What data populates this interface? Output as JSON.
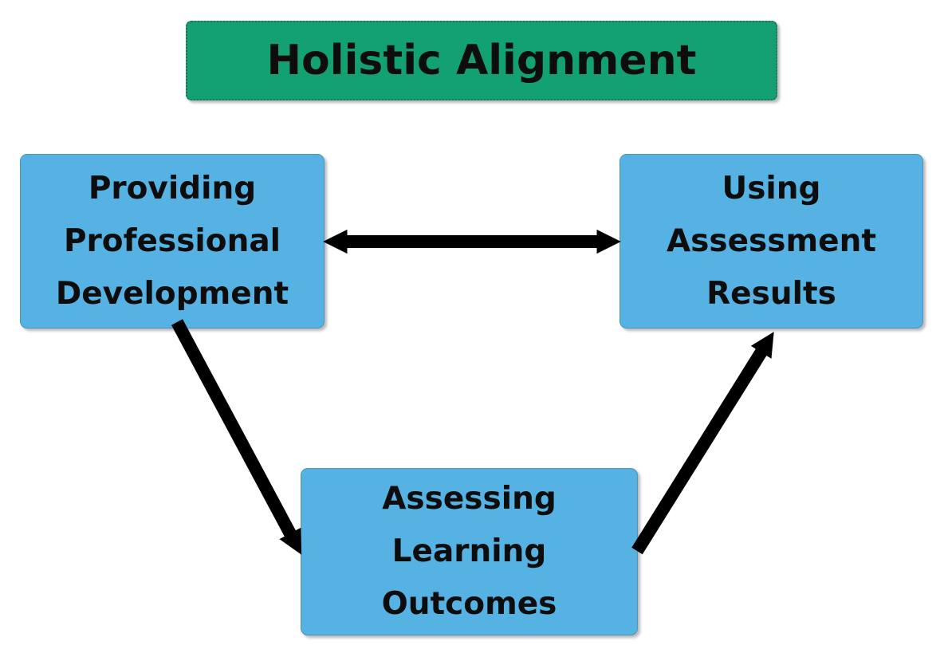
{
  "colors": {
    "background": "#ffffff",
    "title_bg": "#13a173",
    "node_bg": "#55b2e3",
    "node_border": "#4a9fd0",
    "arrow": "#000000",
    "text": "#0d0d0d"
  },
  "title": {
    "label": "Holistic Alignment"
  },
  "nodes": [
    {
      "id": "providing-professional-development",
      "lines": [
        "Providing",
        "Professional",
        "Development"
      ]
    },
    {
      "id": "using-assessment-results",
      "lines": [
        "Using",
        "Assessment",
        "Results"
      ]
    },
    {
      "id": "assessing-learning-outcomes",
      "lines": [
        "Assessing",
        "Learning",
        "Outcomes"
      ]
    }
  ],
  "arrows": [
    {
      "from": "providing-professional-development",
      "to": "using-assessment-results",
      "bidirectional": true
    },
    {
      "from": "providing-professional-development",
      "to": "assessing-learning-outcomes",
      "bidirectional": false
    },
    {
      "from": "assessing-learning-outcomes",
      "to": "using-assessment-results",
      "bidirectional": false
    }
  ]
}
